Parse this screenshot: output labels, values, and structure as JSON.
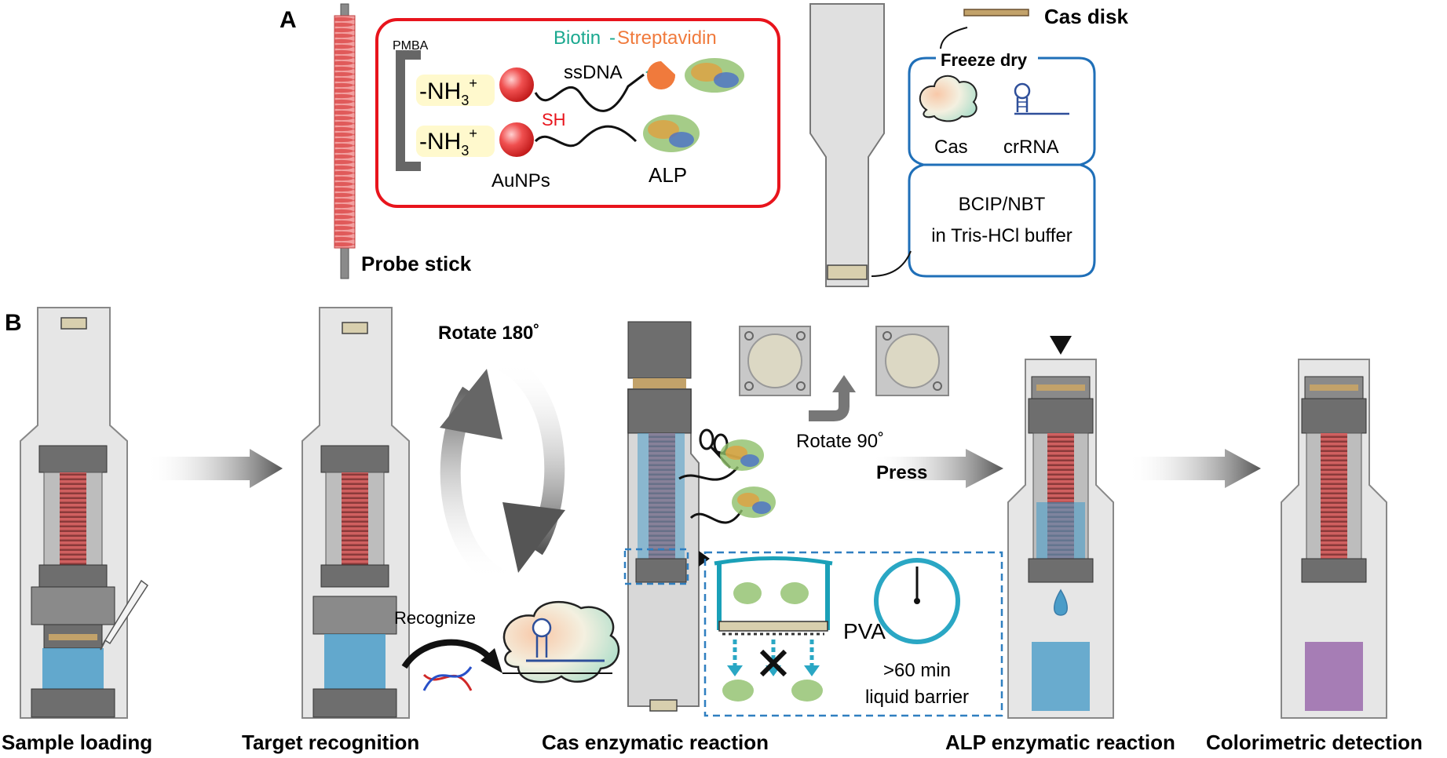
{
  "panel_a": {
    "label": "A",
    "probe_stick_label": "Probe stick",
    "pmba_label": "PMBA",
    "biotin_label": "Biotin",
    "dash_label": "-",
    "streptavidin_label": "Streptavidin",
    "amine_1": "-NH",
    "amine_2": "-NH",
    "amine_sub": "3",
    "amine_sup": "+",
    "sh_label": "SH",
    "ssdna_label": "ssDNA",
    "aunps_label": "AuNPs",
    "alp_label": "ALP",
    "cas_disk_label": "Cas disk",
    "freeze_dry_label": "Freeze dry",
    "cas_label": "Cas",
    "crrna_label": "crRNA",
    "buffer_line1": "BCIP/NBT",
    "buffer_line2": "in Tris-HCl buffer"
  },
  "panel_b": {
    "label": "B",
    "rotate_180_label": "Rotate 180˚",
    "rotate_90_label": "Rotate 90˚",
    "press_label": "Press",
    "recognize_label": "Recognize",
    "pva_label": "PVA",
    "barrier_line1": ">60 min",
    "barrier_line2": "liquid barrier",
    "step_labels": [
      "Sample loading",
      "Target recognition",
      "Cas enzymatic reaction",
      "ALP enzymatic reaction",
      "Colorimetric detection"
    ]
  },
  "colors": {
    "red_frame": "#e8141c",
    "blue_frame": "#1f6fb8",
    "biotin": "#1aa88f",
    "streptavidin": "#f07a3c",
    "coil": "#c74848",
    "liquid_blue": "#4a9cc8",
    "liquid_purple": "#9a6aab",
    "dashed_box": "#2f7fc0"
  }
}
